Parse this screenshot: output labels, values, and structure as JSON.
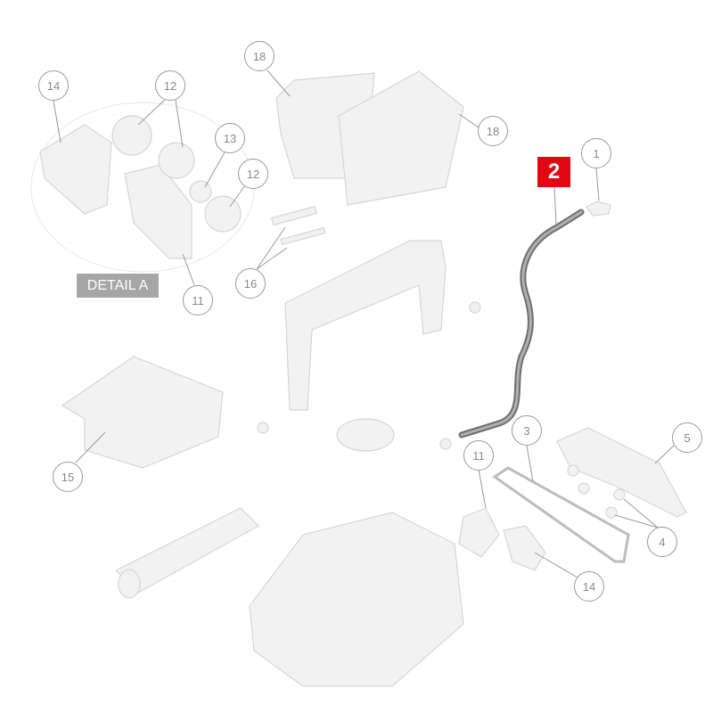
{
  "diagram": {
    "highlighted_part": "2",
    "highlight_color": "#e30613",
    "detail_label": "DETAIL A",
    "callouts": [
      "14",
      "12",
      "13",
      "12",
      "18",
      "18",
      "1",
      "16",
      "11",
      "15",
      "3",
      "5",
      "11",
      "4",
      "14"
    ]
  }
}
